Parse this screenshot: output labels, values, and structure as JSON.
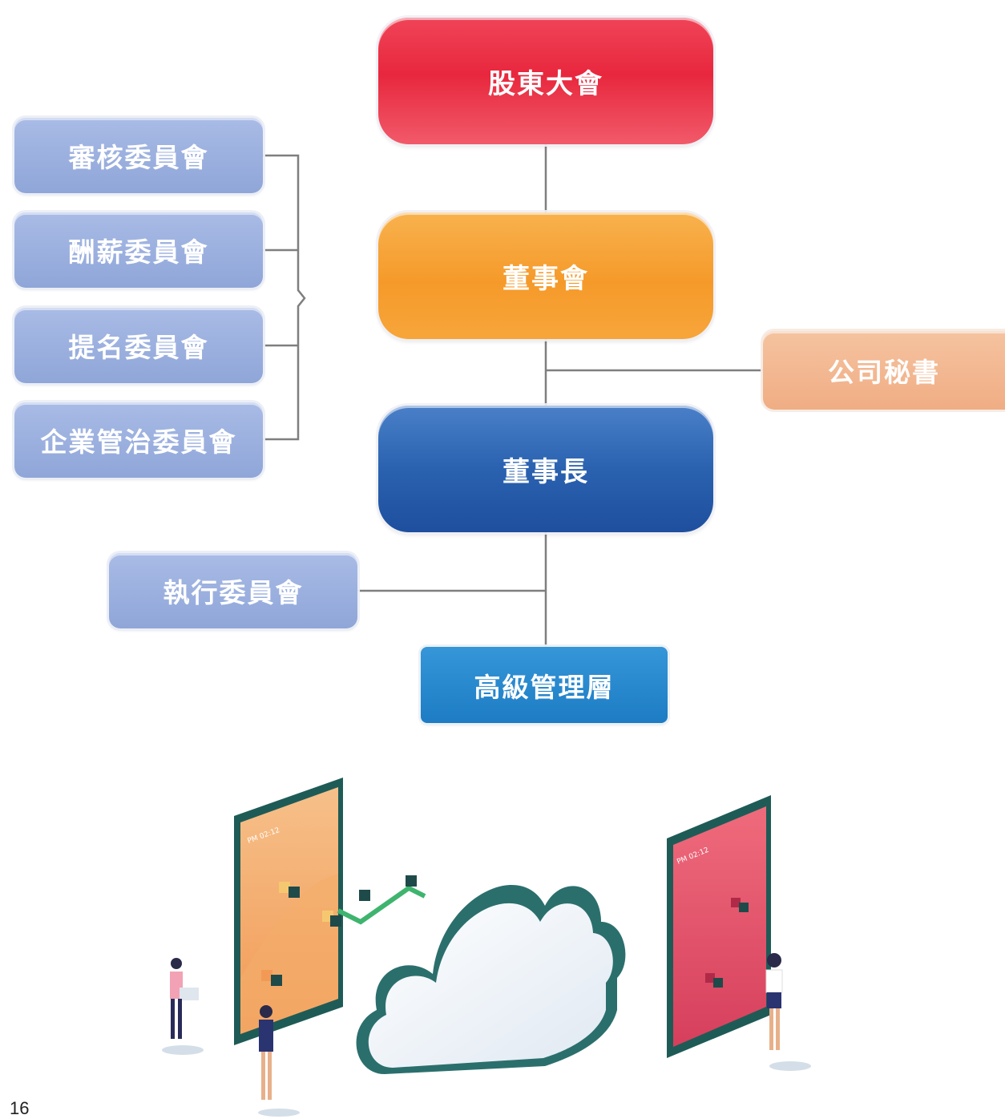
{
  "org_chart": {
    "shareholders_meeting": "股東大會",
    "board_of_directors": "董事會",
    "chairman": "董事長",
    "company_secretary": "公司秘書",
    "senior_management": "高級管理層",
    "board_committees": [
      "審核委員會",
      "酬薪委員會",
      "提名委員會",
      "企業管治委員會"
    ],
    "executive_committee": "執行委員會"
  },
  "illustration": {
    "screen_time_left": "PM 02:12",
    "screen_time_right": "PM 02:12"
  },
  "page_number": "16",
  "colors": {
    "shareholders": "#e8273d",
    "board": "#f59a2a",
    "chairman": "#2a62b0",
    "secretary": "#f0ad84",
    "senior_management": "#1d7cc4",
    "committee": "#9bb0de",
    "connector": "#808080"
  }
}
